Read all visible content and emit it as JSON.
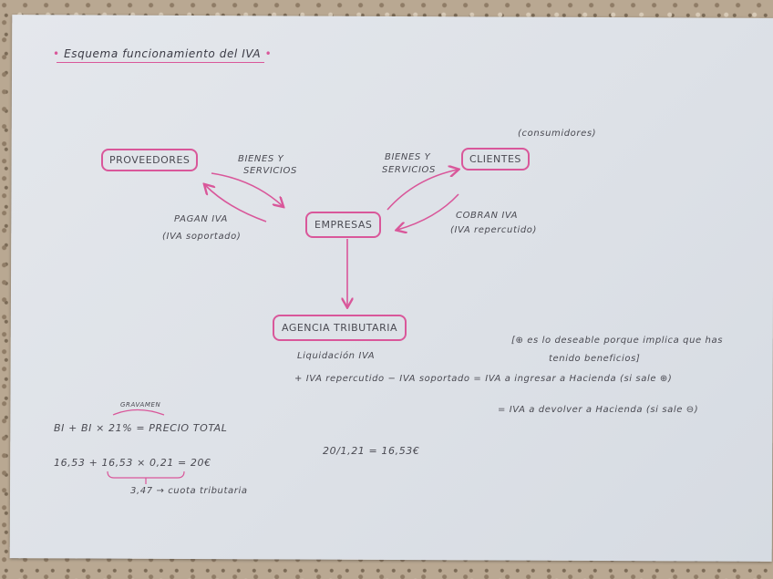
{
  "title": "Esquema funcionamiento del IVA",
  "boxes": {
    "proveedores": "PROVEEDORES",
    "clientes": "CLIENTES",
    "empresas": "EMPRESAS",
    "agencia": "AGENCIA TRIBUTARIA"
  },
  "labels": {
    "consumidores": "(consumidores)",
    "bienes_left": [
      "BIENES Y",
      "SERVICIOS"
    ],
    "bienes_right": [
      "BIENES Y",
      "SERVICIOS"
    ],
    "pagan": [
      "PAGAN IVA",
      "(IVA soportado)"
    ],
    "cobran": [
      "COBRAN IVA",
      "(IVA repercutido)"
    ]
  },
  "notes": {
    "positive": [
      "[⊕ es lo deseable porque implica que has",
      "tenido beneficios]"
    ],
    "liquidacion": "Liquidación IVA",
    "formula1": "+ IVA repercutido − IVA soportado = IVA a ingresar a Hacienda (si sale ⊕)",
    "formula2": "= IVA a devolver a Hacienda (si sale ⊖)",
    "gravamen": "GRAVAMEN",
    "bi_formula": "BI + BI × 21% = PRECIO TOTAL",
    "calc": "16,53 + 16,53 × 0,21 = 20€",
    "cuota": "3,47 → cuota tributaria",
    "division": "20/1,21 = 16,53€"
  }
}
